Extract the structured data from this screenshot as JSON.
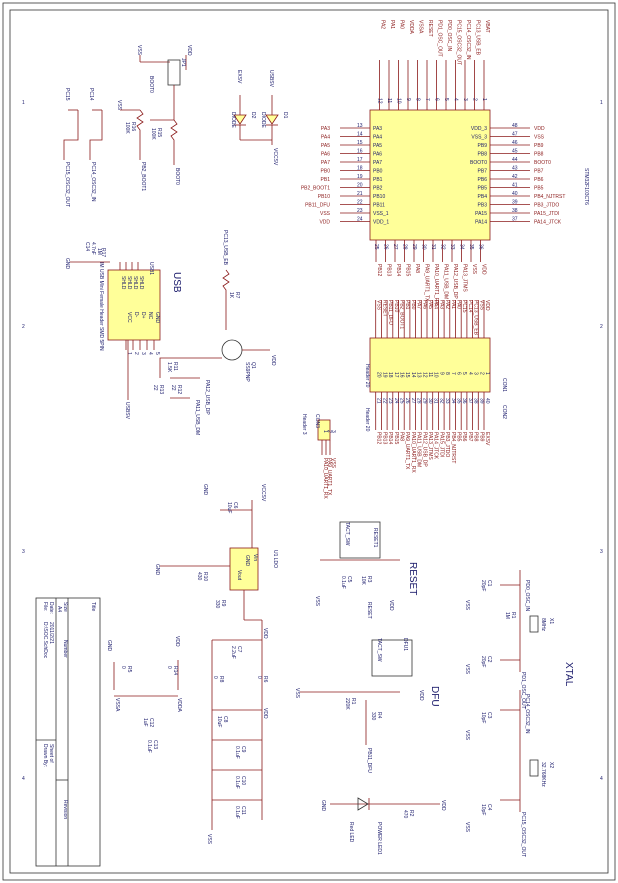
{
  "sections": {
    "usb": "USB",
    "reset": "RESET",
    "dfu": "DFU",
    "xtal": "XTAL",
    "ldo": "U1 LDO"
  },
  "mcu": {
    "name": "STM32F103CT6",
    "left_pins": [
      {
        "net": "PA3",
        "num": "13",
        "pin": "PA3"
      },
      {
        "net": "PA4",
        "num": "14",
        "pin": "PA4"
      },
      {
        "net": "PA5",
        "num": "15",
        "pin": "PA5"
      },
      {
        "net": "PA6",
        "num": "16",
        "pin": "PA6"
      },
      {
        "net": "PA7",
        "num": "17",
        "pin": "PA7"
      },
      {
        "net": "PB0",
        "num": "18",
        "pin": "PB0"
      },
      {
        "net": "PB1",
        "num": "19",
        "pin": "PB1"
      },
      {
        "net": "PB2_BOOT1",
        "num": "20",
        "pin": "PB2"
      },
      {
        "net": "PB10",
        "num": "21",
        "pin": "PB10"
      },
      {
        "net": "PB11_DFU",
        "num": "22",
        "pin": "PB11"
      },
      {
        "net": "VSS",
        "num": "23",
        "pin": "VSS_1"
      },
      {
        "net": "VDD",
        "num": "24",
        "pin": "VDD_1"
      }
    ],
    "right_pins": [
      {
        "net": "VDD",
        "num": "48",
        "pin": "VDD_3"
      },
      {
        "net": "VSS",
        "num": "47",
        "pin": "VSS_3"
      },
      {
        "net": "PB9",
        "num": "46",
        "pin": "PB9"
      },
      {
        "net": "PB8",
        "num": "45",
        "pin": "PB8"
      },
      {
        "net": "BOOT0",
        "num": "44",
        "pin": "BOOT0"
      },
      {
        "net": "PB7",
        "num": "43",
        "pin": "PB7"
      },
      {
        "net": "PB6",
        "num": "42",
        "pin": "PB6"
      },
      {
        "net": "PB5",
        "num": "41",
        "pin": "PB5"
      },
      {
        "net": "PB4_NJTRST",
        "num": "40",
        "pin": "PB4"
      },
      {
        "net": "PB3_JTDO",
        "num": "39",
        "pin": "PB3"
      },
      {
        "net": "PA15_JTDI",
        "num": "38",
        "pin": "PA15"
      },
      {
        "net": "PA14_JTCK",
        "num": "37",
        "pin": "PA14"
      }
    ],
    "top_pins": [
      {
        "net": "VBAT",
        "num": "1"
      },
      {
        "net": "PC13_USB_EB",
        "num": "2"
      },
      {
        "net": "PC14_OSC32_IN",
        "num": "3"
      },
      {
        "net": "PC15_OSC32_OUT",
        "num": "4"
      },
      {
        "net": "PD0_OSC_IN",
        "num": "5"
      },
      {
        "net": "PD1_OSC_OUT",
        "num": "6"
      },
      {
        "net": "RESET",
        "num": "7"
      },
      {
        "net": "VSSA",
        "num": "8"
      },
      {
        "net": "VDDA",
        "num": "9"
      },
      {
        "net": "PA0",
        "num": "10"
      },
      {
        "net": "PA1",
        "num": "11"
      },
      {
        "net": "PA2",
        "num": "12"
      }
    ],
    "bottom_pins": [
      {
        "net": "PB12",
        "num": "25"
      },
      {
        "net": "PB13",
        "num": "26"
      },
      {
        "net": "PB14",
        "num": "27"
      },
      {
        "net": "PB15",
        "num": "28"
      },
      {
        "net": "PA8",
        "num": "29"
      },
      {
        "net": "PA9_UART1_TX",
        "num": "30"
      },
      {
        "net": "PA10_UART1_RX",
        "num": "31"
      },
      {
        "net": "PA11_USB_DM",
        "num": "32"
      },
      {
        "net": "PA12_USB_DP",
        "num": "33"
      },
      {
        "net": "PA13_JTMS",
        "num": "34"
      },
      {
        "net": "VSS",
        "num": "35"
      },
      {
        "net": "VDD",
        "num": "36"
      }
    ]
  },
  "con1": {
    "ref": "CON1",
    "title": "Header 20",
    "nets": [
      "VDD",
      "VSS",
      "PC13_USB_EB",
      "PC14",
      "PC15",
      "PA0",
      "PA1",
      "PA2",
      "PA3",
      "PA4",
      "PA5",
      "PA6",
      "PA7",
      "PB0",
      "PB1",
      "PB2_BOOT1",
      "PB10",
      "PB11_DFU",
      "RESET",
      "VSS"
    ]
  },
  "con2": {
    "ref": "CON2",
    "title": "Header 20",
    "nets": [
      "EXSV",
      "PB9",
      "PB8",
      "PB7",
      "PB6",
      "PB5",
      "PB4_NJTRST",
      "PB3_JTDO",
      "PA15_JTDI",
      "PA14_JTCK",
      "PA13_JTMS",
      "PA12_USB_DP",
      "PA11_USB_DM",
      "PA10_UART1_RX",
      "PA9_UART1_TX",
      "PA8",
      "PB15",
      "PB14",
      "PB13",
      "PB12"
    ]
  },
  "con3": {
    "ref": "CON3",
    "title": "Header 3",
    "nets": [
      "PA10_UART1_RX",
      "PA9_UART1_TX",
      "VSS"
    ]
  },
  "usb_conn": {
    "ref": "USB1",
    "desc": "IM USB Mini Female Header SMD 5PIN",
    "pins": [
      "GND",
      "NC",
      "D+",
      "D-",
      "VCC"
    ],
    "shield": [
      "SHLD",
      "SHLD",
      "SHLD",
      "SHLD"
    ]
  },
  "labels": {
    "vdd": "VDD",
    "vss": "VSS",
    "gnd": "GND",
    "vccsv": "VCCSV",
    "usbsv": "USBSV",
    "exsv": "EXSV",
    "vdda": "VDDA",
    "vssa": "VSSA",
    "boot0": "BOOT0",
    "boot1": "PB2_BOOT1",
    "pc14": "PC14",
    "pc15": "PC15",
    "pc14_out": "PC14_OSC32_IN",
    "pc15_out": "PC15_OSC32_OUT",
    "pd0": "PD0_OSC_IN",
    "pd1": "PD1_OSC_OUT",
    "usb_eb": "PC13_USB_EB",
    "usb_dp": "PA12_USB_DP",
    "usb_dm": "PA11_USB_DM",
    "reset": "RESET",
    "dfu": "PB11_DFU",
    "pwr_led": "POWER LED1",
    "red_led": "Red LED"
  },
  "parts": {
    "jp1": "JP1",
    "r15": "R15",
    "r15v": "100K",
    "r16": "R16",
    "r16v": "100K",
    "d1": "D1",
    "d2": "D2",
    "diode": "DIODE",
    "c14": "C14",
    "c14v": "4.7nF",
    "r17": "R17",
    "r17v": "1M",
    "r7": "R7",
    "r7v": "1K",
    "q1": "Q1",
    "q1v": "SS9PNP",
    "r11": "R11",
    "r11v": "1.5K",
    "r12": "R12",
    "r12v": "22",
    "r13": "R13",
    "r13v": "22",
    "c6": "C6",
    "c6v": "10uF",
    "r10": "R10",
    "r10v": "430",
    "r9": "R9",
    "r9v": "330",
    "u1_vin": "Vin",
    "u1_vout": "Vout",
    "u1_gnd": "GND",
    "c7": "C7",
    "c7v": "2.2uF",
    "r8": "R8",
    "r8v": "0",
    "r6": "R6",
    "r6v": "0",
    "c8": "C8",
    "c8v": "10uF",
    "c9": "C9",
    "c9v": "0.1uF",
    "c10": "C10",
    "c10v": "0.1uF",
    "c11": "C11",
    "c11v": "0.1uF",
    "r14": "R14",
    "r14v": "0",
    "r5": "R5",
    "r5v": "0",
    "c12": "C12",
    "c12v": "1uF",
    "c13": "C13",
    "c13v": "0.1uF",
    "reset_sw": "RESET1",
    "dfu_sw": "DFU1",
    "tact": "TACT_SW",
    "r3": "R3",
    "r3v": "10K",
    "c5": "C5",
    "c5v": "0.1uF",
    "r4": "R4",
    "r4v": "330",
    "r1": "R1",
    "r1v": "220K",
    "r2": "R2",
    "r2v": "470",
    "x1": "X1",
    "x1v": "8MHz",
    "x2": "X2",
    "x2v": "32.768KHz",
    "rx1": "R1",
    "rx1v": "1M",
    "c1": "C1",
    "c1v": "20pF",
    "c2": "C2",
    "c2v": "20pF",
    "c3": "C3",
    "c3v": "10pF",
    "c4": "C4",
    "c4v": "10pF"
  },
  "title_block": {
    "title": "Title",
    "size_label": "Size",
    "size": "A4",
    "number_label": "Number",
    "revision_label": "Revision",
    "date_label": "Date:",
    "date": "2011/2/21",
    "file_label": "File:",
    "file": "D:\\SOC.SchDoc",
    "sheet_label": "Sheet of",
    "drawn_label": "Drawn By:"
  },
  "frame": {
    "cols": [
      "1",
      "2",
      "3",
      "4"
    ]
  }
}
